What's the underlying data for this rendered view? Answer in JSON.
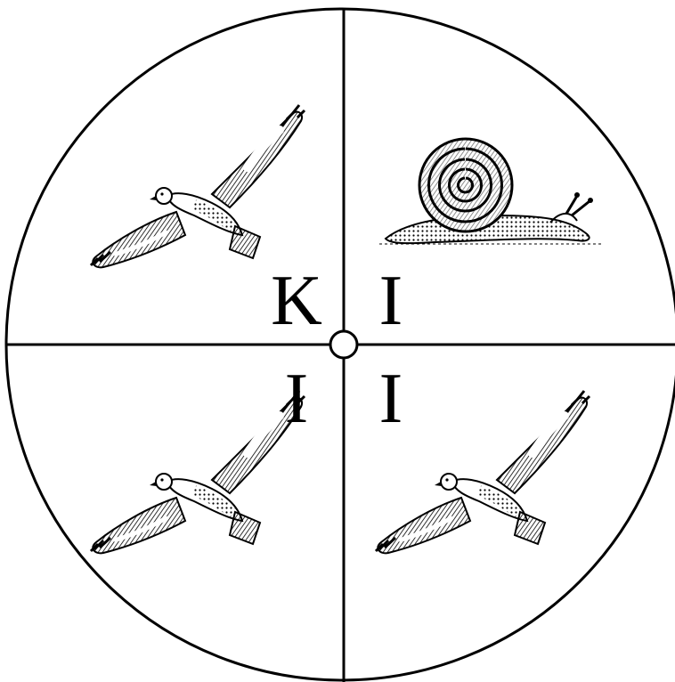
{
  "quadrants": [
    {
      "id": "top-left",
      "icon": "hawk-icon",
      "letter": "K"
    },
    {
      "id": "top-right",
      "icon": "snail-icon",
      "letter": "I"
    },
    {
      "id": "bottom-left",
      "icon": "hawk-icon",
      "letter": "I"
    },
    {
      "id": "bottom-right",
      "icon": "hawk-icon",
      "letter": "I"
    }
  ],
  "colors": {
    "line": "#000000",
    "background": "#ffffff"
  }
}
